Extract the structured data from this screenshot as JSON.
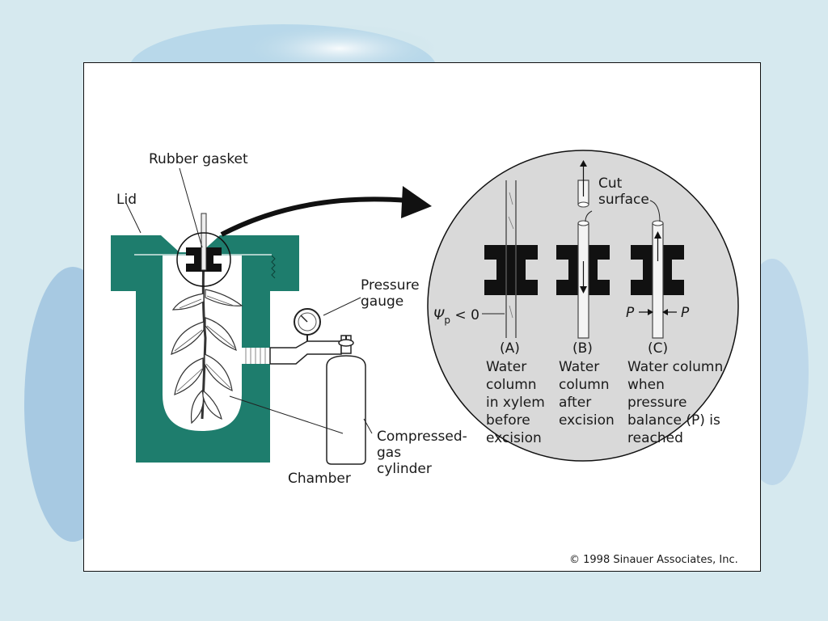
{
  "colors": {
    "chamber_green": "#1e7d6d",
    "inset_gray": "#d9d9d9",
    "background": "#d6e9ef"
  },
  "labels": {
    "rubber_gasket": "Rubber gasket",
    "lid": "Lid",
    "pressure_gauge_line1": "Pressure",
    "pressure_gauge_line2": "gauge",
    "chamber": "Chamber",
    "cylinder_line1": "Compressed-",
    "cylinder_line2": "gas",
    "cylinder_line3": "cylinder",
    "cut_surface_line1": "Cut",
    "cut_surface_line2": "surface",
    "psi_symbol": "Ψ",
    "psi_subscript": "p",
    "psi_condition": " < 0",
    "p_left": "P",
    "p_right": "P"
  },
  "panels": [
    {
      "letter": "(A)",
      "lines": [
        "Water",
        "column",
        "in xylem",
        "before",
        "excision"
      ]
    },
    {
      "letter": "(B)",
      "lines": [
        "Water",
        "column",
        "after",
        "excision"
      ]
    },
    {
      "letter": "(C)",
      "lines": [
        "Water column",
        "when",
        "pressure",
        "balance (P) is",
        "reached"
      ]
    }
  ],
  "copyright": "© 1998 Sinauer Associates, Inc."
}
